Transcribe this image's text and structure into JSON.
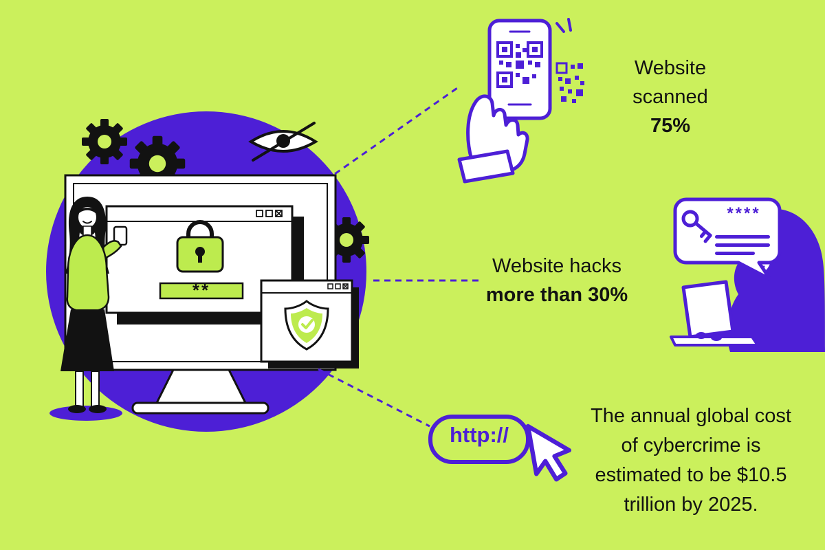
{
  "colors": {
    "background": "#cbf05c",
    "purple": "#4d1fd6",
    "black": "#121212",
    "white": "#ffffff",
    "lime_accent": "#bdeb4e"
  },
  "stats": {
    "scanned": {
      "line1": "Website",
      "line2": "scanned",
      "value": "75%"
    },
    "hacks": {
      "label": "Website hacks",
      "value": "more than 30%"
    },
    "cost": {
      "line1": "The annual global cost",
      "line2": "of cybercrime is",
      "line3": "estimated to be $10.5",
      "line4": "trillion by 2025."
    }
  },
  "monitor": {
    "password_mask": "**"
  },
  "hacker_bubble": {
    "password_mask": "****"
  },
  "http_badge": {
    "label": "http://"
  },
  "icons": [
    "gear-icon",
    "eye-slash-icon",
    "lock-icon",
    "password-field",
    "shield-check-icon",
    "window-controls-icon",
    "phone-icon",
    "qr-code-icon",
    "hand-icon",
    "spark-icon",
    "key-icon",
    "speech-bubble-icon",
    "hacker-illustration",
    "laptop-icon",
    "woman-illustration",
    "monitor-illustration",
    "http-badge",
    "cursor-arrow-icon",
    "dashed-connector"
  ]
}
